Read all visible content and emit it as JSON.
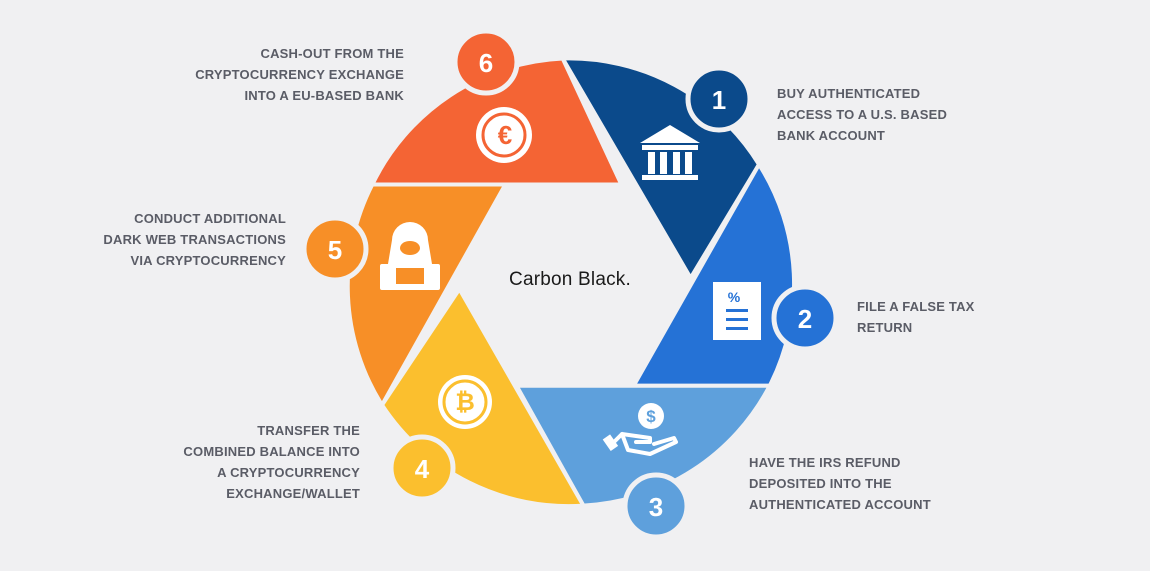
{
  "brand": {
    "name": "Carbon Black."
  },
  "colors": {
    "step1": "#0b4a8b",
    "step2": "#2572d6",
    "step3": "#5ea0dc",
    "step4": "#fbbf2e",
    "step5": "#f78f27",
    "step6": "#f46434",
    "background": "#f0f0f2",
    "label": "#5a5c66"
  },
  "steps": [
    {
      "number": "1",
      "icon": "bank-icon",
      "label": "BUY AUTHENTICATED\nACCESS TO A U.S. BASED\nBANK ACCOUNT"
    },
    {
      "number": "2",
      "icon": "tax-document-icon",
      "label": "FILE A FALSE TAX\nRETURN"
    },
    {
      "number": "3",
      "icon": "dollar-hand-icon",
      "label": "HAVE THE IRS REFUND\nDEPOSITED INTO THE\nAUTHENTICATED ACCOUNT"
    },
    {
      "number": "4",
      "icon": "bitcoin-icon",
      "label": "TRANSFER THE\nCOMBINED BALANCE INTO\nA CRYPTOCURRENCY\nEXCHANGE/WALLET"
    },
    {
      "number": "5",
      "icon": "hacker-icon",
      "label": "CONDUCT ADDITIONAL\nDARK WEB TRANSACTIONS\nVIA CRYPTOCURRENCY"
    },
    {
      "number": "6",
      "icon": "euro-icon",
      "label": "CASH-OUT FROM THE\nCRYPTOCURRENCY EXCHANGE\nINTO A EU-BASED BANK"
    }
  ]
}
